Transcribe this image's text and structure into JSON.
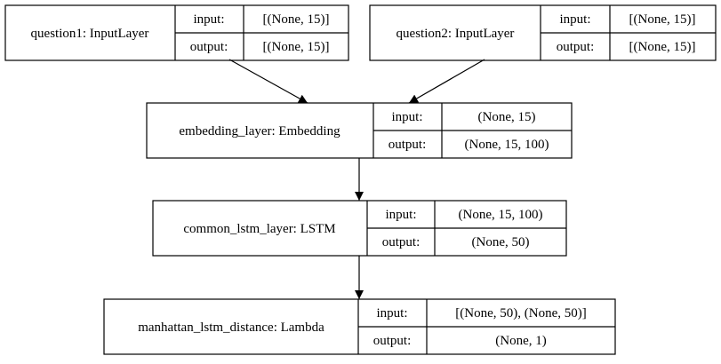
{
  "nodes": [
    {
      "id": "question1",
      "name": "question1: InputLayer",
      "input_label": "input:",
      "output_label": "output:",
      "input": "[(None, 15)]",
      "output": "[(None, 15)]"
    },
    {
      "id": "question2",
      "name": "question2: InputLayer",
      "input_label": "input:",
      "output_label": "output:",
      "input": "[(None, 15)]",
      "output": "[(None, 15)]"
    },
    {
      "id": "embedding",
      "name": "embedding_layer: Embedding",
      "input_label": "input:",
      "output_label": "output:",
      "input": "(None, 15)",
      "output": "(None, 15, 100)"
    },
    {
      "id": "lstm",
      "name": "common_lstm_layer: LSTM",
      "input_label": "input:",
      "output_label": "output:",
      "input": "(None, 15, 100)",
      "output": "(None, 50)"
    },
    {
      "id": "lambda",
      "name": "manhattan_lstm_distance: Lambda",
      "input_label": "input:",
      "output_label": "output:",
      "input": "[(None, 50), (None, 50)]",
      "output": "(None, 1)"
    }
  ],
  "edges": [
    {
      "from": "question1",
      "to": "embedding"
    },
    {
      "from": "question2",
      "to": "embedding"
    },
    {
      "from": "embedding",
      "to": "lstm"
    },
    {
      "from": "lstm",
      "to": "lambda"
    }
  ]
}
